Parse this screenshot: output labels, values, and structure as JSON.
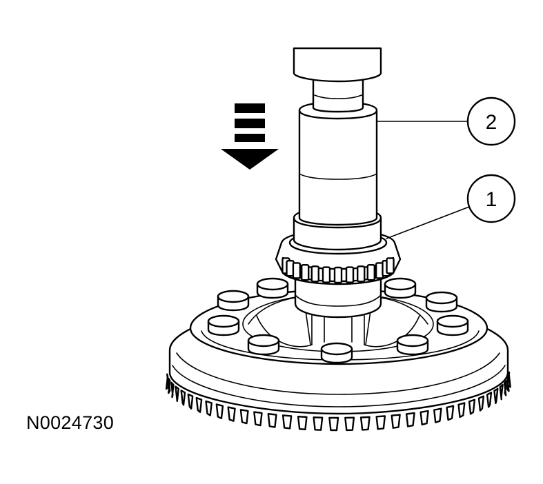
{
  "figure": {
    "code": "N0024730"
  },
  "callouts": [
    {
      "id": "callout-1",
      "label": "1"
    },
    {
      "id": "callout-2",
      "label": "2"
    }
  ],
  "colors": {
    "ink": "#000000",
    "background": "#ffffff"
  },
  "icons": {
    "press-direction": "arrow-down-icon"
  }
}
